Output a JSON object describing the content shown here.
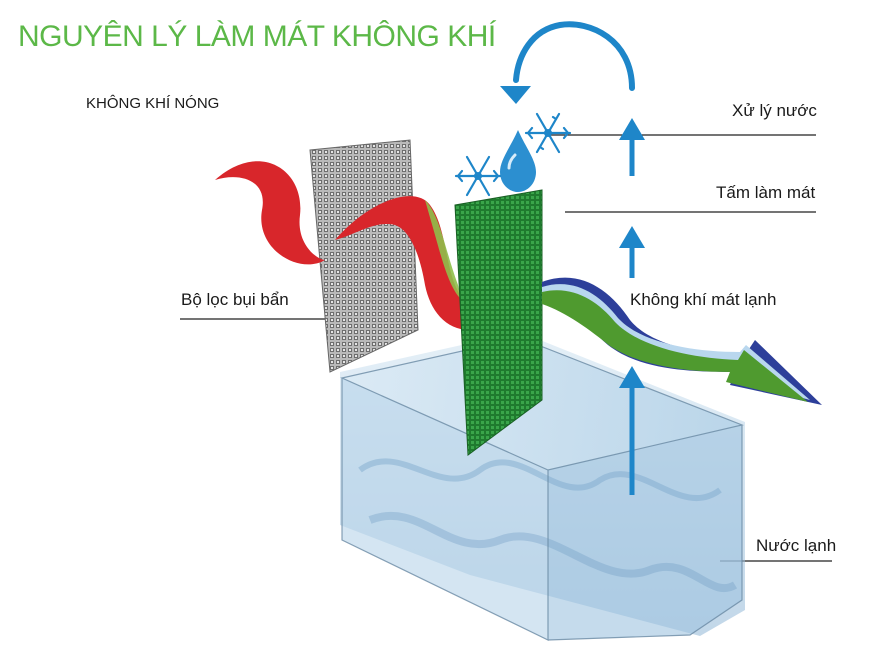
{
  "title": "NGUYÊN LÝ LÀM MÁT KHÔNG KHÍ",
  "labels": {
    "hot_air": "KHÔNG KHÍ NÓNG",
    "water_treatment": "Xử lý nước",
    "cooling_pad": "Tấm làm mát",
    "cool_air": "Không khí mát lạnh",
    "dust_filter": "Bộ lọc bụi bẩn",
    "cold_water": "Nước lạnh"
  },
  "colors": {
    "title_green": "#5cb848",
    "hot_air_red": "#d8262b",
    "pad_green": "#2f8f3a",
    "filter_grey": "#8a8a8a",
    "arrow_blue": "#1e86c9",
    "cool_air_green": "#4f9a2f",
    "cool_air_blue": "#2d3f9a",
    "water_blue": "#a9cbe3"
  },
  "icons": [
    "snowflake-icon",
    "water-drop-icon",
    "circular-arrow-icon",
    "up-arrow-icon"
  ]
}
